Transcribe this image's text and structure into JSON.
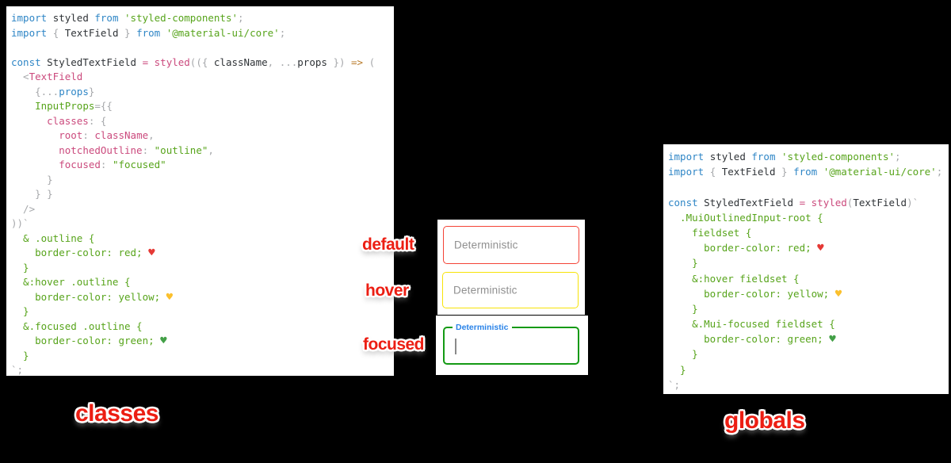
{
  "code_theme": {
    "kw": "#2f86c6",
    "id": "#2f3337",
    "str": "#57a41b",
    "grn": "#57a41b",
    "pnk": "#cb4a7d",
    "orn": "#b87a28",
    "pun": "#a6a8ab",
    "hr": "#e53935",
    "hy": "#fbc02d",
    "hg": "#43a047"
  },
  "colors": {
    "label": "#ec1e13",
    "muiblue": "#2a83e8"
  },
  "classes_code": {
    "lines": [
      [
        [
          "kw",
          "import "
        ],
        [
          "id",
          "styled "
        ],
        [
          "kw",
          "from "
        ],
        [
          "str",
          "'styled-components'"
        ],
        [
          "pun",
          ";"
        ]
      ],
      [
        [
          "kw",
          "import "
        ],
        [
          "pun",
          "{ "
        ],
        [
          "id",
          "TextField "
        ],
        [
          "pun",
          "} "
        ],
        [
          "kw",
          "from "
        ],
        [
          "str",
          "'@material-ui/core'"
        ],
        [
          "pun",
          ";"
        ]
      ],
      [],
      [
        [
          "kw",
          "const "
        ],
        [
          "id",
          "StyledTextField "
        ],
        [
          "pnk",
          "= "
        ],
        [
          "pnk",
          "styled"
        ],
        [
          "pun",
          "(({ "
        ],
        [
          "id",
          "className"
        ],
        [
          "pun",
          ", ..."
        ],
        [
          "id",
          "props"
        ],
        [
          "pun",
          " }) "
        ],
        [
          "orn",
          "=>"
        ],
        [
          "pun",
          " ("
        ]
      ],
      [
        [
          "pun",
          "  <"
        ],
        [
          "pnk",
          "TextField"
        ]
      ],
      [
        [
          "pun",
          "    {..."
        ],
        [
          "kw",
          "props"
        ],
        [
          "pun",
          "}"
        ]
      ],
      [
        [
          "pun",
          "    "
        ],
        [
          "grn",
          "InputProps"
        ],
        [
          "pun",
          "={{"
        ]
      ],
      [
        [
          "pun",
          "      "
        ],
        [
          "pnk",
          "classes"
        ],
        [
          "pun",
          ": {"
        ]
      ],
      [
        [
          "pun",
          "        "
        ],
        [
          "pnk",
          "root"
        ],
        [
          "pun",
          ": "
        ],
        [
          "pnk",
          "className"
        ],
        [
          "pun",
          ","
        ]
      ],
      [
        [
          "pun",
          "        "
        ],
        [
          "pnk",
          "notchedOutline"
        ],
        [
          "pun",
          ": "
        ],
        [
          "str",
          "\"outline\""
        ],
        [
          "pun",
          ","
        ]
      ],
      [
        [
          "pun",
          "        "
        ],
        [
          "pnk",
          "focused"
        ],
        [
          "pun",
          ": "
        ],
        [
          "str",
          "\"focused\""
        ]
      ],
      [
        [
          "pun",
          "      }"
        ]
      ],
      [
        [
          "pun",
          "    } }"
        ]
      ],
      [
        [
          "pun",
          "  />"
        ]
      ],
      [
        [
          "pun",
          "))`"
        ]
      ],
      [
        [
          "grn",
          "  & .outline {"
        ]
      ],
      [
        [
          "grn",
          "    border-color: red; "
        ],
        [
          "hr",
          "♥"
        ]
      ],
      [
        [
          "grn",
          "  }"
        ]
      ],
      [
        [
          "grn",
          "  &:hover .outline {"
        ]
      ],
      [
        [
          "grn",
          "    border-color: yellow; "
        ],
        [
          "hy",
          "♥"
        ]
      ],
      [
        [
          "grn",
          "  }"
        ]
      ],
      [
        [
          "grn",
          "  &.focused .outline {"
        ]
      ],
      [
        [
          "grn",
          "    border-color: green; "
        ],
        [
          "hg",
          "♥"
        ]
      ],
      [
        [
          "grn",
          "  }"
        ]
      ],
      [
        [
          "pun",
          "`;"
        ]
      ]
    ]
  },
  "globals_code": {
    "lines": [
      [
        [
          "kw",
          "import "
        ],
        [
          "id",
          "styled "
        ],
        [
          "kw",
          "from "
        ],
        [
          "str",
          "'styled-components'"
        ],
        [
          "pun",
          ";"
        ]
      ],
      [
        [
          "kw",
          "import "
        ],
        [
          "pun",
          "{ "
        ],
        [
          "id",
          "TextField "
        ],
        [
          "pun",
          "} "
        ],
        [
          "kw",
          "from "
        ],
        [
          "str",
          "'@material-ui/core'"
        ],
        [
          "pun",
          ";"
        ]
      ],
      [],
      [
        [
          "kw",
          "const "
        ],
        [
          "id",
          "StyledTextField "
        ],
        [
          "pnk",
          "= "
        ],
        [
          "pnk",
          "styled"
        ],
        [
          "pun",
          "("
        ],
        [
          "id",
          "TextField"
        ],
        [
          "pun",
          ")`"
        ]
      ],
      [
        [
          "grn",
          "  .MuiOutlinedInput-root {"
        ]
      ],
      [
        [
          "grn",
          "    fieldset {"
        ]
      ],
      [
        [
          "grn",
          "      border-color: red; "
        ],
        [
          "hr",
          "♥"
        ]
      ],
      [
        [
          "grn",
          "    }"
        ]
      ],
      [
        [
          "grn",
          "    &:hover fieldset {"
        ]
      ],
      [
        [
          "grn",
          "      border-color: yellow; "
        ],
        [
          "hy",
          "♥"
        ]
      ],
      [
        [
          "grn",
          "    }"
        ]
      ],
      [
        [
          "grn",
          "    &.Mui-focused fieldset {"
        ]
      ],
      [
        [
          "grn",
          "      border-color: green; "
        ],
        [
          "hg",
          "♥"
        ]
      ],
      [
        [
          "grn",
          "    }"
        ]
      ],
      [
        [
          "grn",
          "  }"
        ]
      ],
      [
        [
          "pun",
          "`;"
        ]
      ]
    ]
  },
  "textfields": [
    {
      "state_label": "default",
      "placeholder": "Deterministic",
      "border_color": "#f44336"
    },
    {
      "state_label": "hover",
      "placeholder": "Deterministic",
      "border_color": "#f7e307"
    },
    {
      "state_label": "focused",
      "label": "Deterministic",
      "border_color": "#149a14"
    }
  ],
  "captions": {
    "left": "classes",
    "right": "globals"
  }
}
